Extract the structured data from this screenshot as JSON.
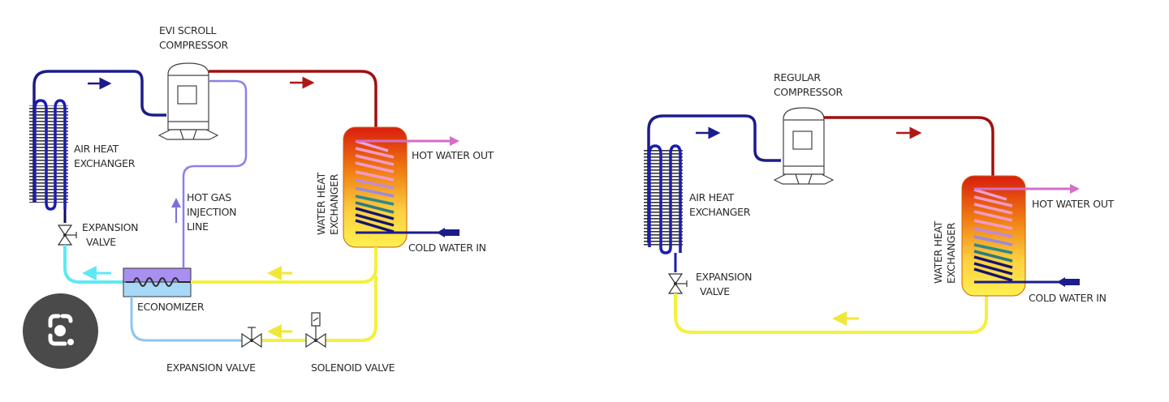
{
  "title": "EVI vs Regular Heat Pump Refrigerant Circuits",
  "left_diagram": {
    "compressor_label": [
      "EVI SCROLL",
      "COMPRESSOR"
    ],
    "air_hx_label": [
      "AIR HEAT",
      "EXCHANGER"
    ],
    "expansion_valve_label": [
      "EXPANSION",
      "VALVE"
    ],
    "hot_gas_label": [
      "HOT GAS",
      "INJECTION",
      "LINE"
    ],
    "water_hx_label": [
      "WATER HEAT",
      "EXCHANGER"
    ],
    "hot_water_out": "HOT WATER OUT",
    "cold_water_in": "COLD WATER IN",
    "economizer_label": "ECONOMIZER",
    "expansion_valve2_label": "EXPANSION VALVE",
    "solenoid_valve_label": "SOLENOID VALVE"
  },
  "right_diagram": {
    "compressor_label": [
      "REGULAR",
      "COMPRESSOR"
    ],
    "air_hx_label": [
      "AIR HEAT",
      "EXCHANGER"
    ],
    "expansion_valve_label": [
      "EXPANSION",
      "VALVE"
    ],
    "water_hx_label": [
      "WATER HEAT",
      "EXCHANGER"
    ],
    "hot_water_out": "HOT WATER OUT",
    "cold_water_in": "COLD WATER IN"
  },
  "colors": {
    "suction_line": "#1c1c8c",
    "discharge_line": "#9e1010",
    "liquid_line": "#f5f03c",
    "low_pressure_liquid": "#5ee8f5",
    "injection_line": "#8a80e8",
    "economizer_out": "#8cc4f0",
    "hot_water": "#d46ec8",
    "cold_water": "#1c1c8c"
  },
  "overlay": {
    "lens_button": "google-lens-icon"
  }
}
